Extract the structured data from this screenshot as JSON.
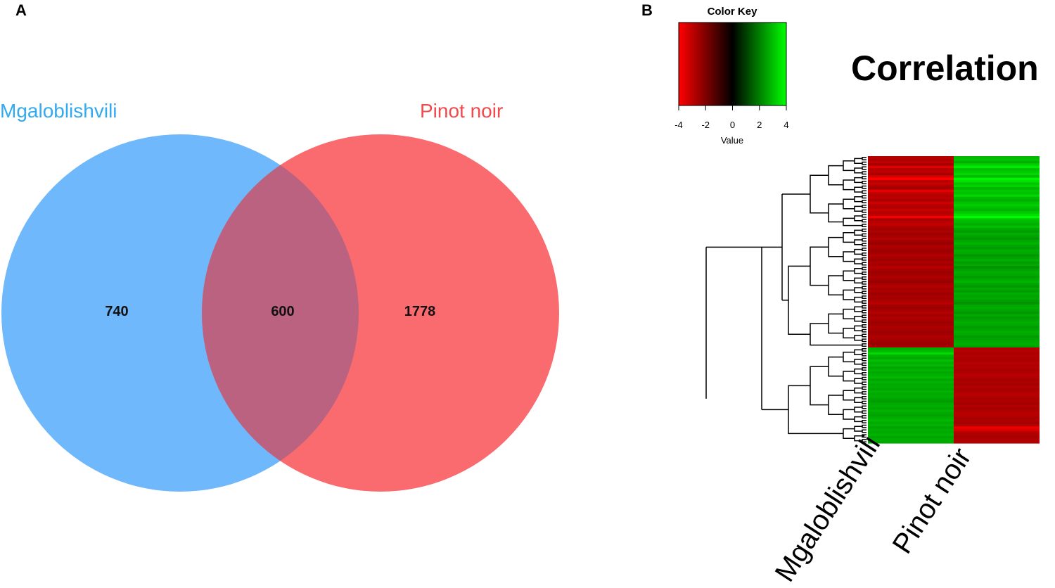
{
  "panels": {
    "a_label": "A",
    "b_label": "B"
  },
  "chart_data": [
    {
      "type": "venn",
      "sets": [
        {
          "name": "Mgaloblishvili",
          "color": "#6eb8fb"
        },
        {
          "name": "Pinot noir",
          "color": "#f96b6e"
        }
      ],
      "overlap_color": "#bb6281",
      "counts": {
        "only_set1": "740",
        "intersection": "600",
        "only_set2": "1778"
      }
    },
    {
      "type": "heatmap",
      "title": "Correlation",
      "columns": [
        "Mgaloblishvili",
        "Pinot noir"
      ],
      "color_key": {
        "title": "Color Key",
        "xlabel": "Value",
        "ticks": [
          "-4",
          "-2",
          "0",
          "2",
          "4"
        ],
        "range": [
          -4,
          4
        ],
        "colors": [
          "#ff0000",
          "#000000",
          "#00ff00"
        ]
      },
      "clusters": [
        {
          "rows": 30,
          "values": {
            "Mgaloblishvili": [
              -2.6,
              -2.4,
              -2.8,
              -2.2,
              -3.4,
              -2.5,
              -2.7,
              -2.3,
              -3.1,
              -4.0,
              -2.6,
              -2.9,
              -2.4,
              -2.2,
              -3.5,
              -2.8,
              -2.5,
              -2.7,
              -2.3,
              -3.0,
              -2.6,
              -2.4,
              -2.9,
              -2.5,
              -2.7,
              -3.8,
              -2.3,
              -2.6,
              -2.8,
              -2.4
            ],
            "Pinot noir": [
              2.6,
              2.8,
              2.4,
              3.0,
              3.6,
              2.7,
              2.9,
              3.2,
              2.6,
              3.8,
              3.4,
              2.8,
              3.1,
              2.5,
              2.9,
              2.7,
              3.2,
              2.6,
              2.4,
              2.8,
              3.0,
              2.7,
              2.5,
              2.9,
              3.3,
              3.9,
              2.8,
              2.6,
              2.4,
              2.7
            ]
          }
        },
        {
          "rows": 50,
          "values": {
            "Mgaloblishvili": [
              -2.2,
              -2.4,
              -2.1,
              -2.3,
              -2.5,
              -2.2,
              -2.0,
              -2.4,
              -2.3,
              -2.1,
              -2.2,
              -2.5,
              -2.3,
              -2.1,
              -2.4,
              -2.2,
              -2.6,
              -2.3,
              -2.1,
              -2.2,
              -2.4,
              -2.2,
              -2.0,
              -2.3,
              -2.5,
              -2.2,
              -2.4,
              -2.1,
              -2.3,
              -2.2,
              -2.4,
              -2.6,
              -2.2,
              -2.1,
              -2.3,
              -2.5,
              -2.2,
              -2.4,
              -2.3,
              -2.1,
              -2.2,
              -2.4,
              -2.3,
              -2.1,
              -2.2,
              -2.4,
              -2.3,
              -2.2,
              -2.1,
              -2.3
            ],
            "Pinot noir": [
              2.3,
              2.1,
              2.4,
              2.2,
              2.0,
              2.3,
              2.5,
              2.2,
              2.1,
              2.4,
              2.3,
              2.0,
              2.2,
              2.4,
              2.1,
              2.3,
              1.9,
              2.2,
              2.4,
              2.3,
              2.1,
              2.3,
              2.5,
              2.2,
              2.0,
              2.3,
              2.1,
              2.4,
              2.2,
              2.3,
              2.1,
              1.9,
              2.3,
              2.4,
              2.2,
              2.0,
              2.3,
              2.1,
              2.2,
              2.4,
              2.3,
              2.1,
              2.2,
              2.4,
              2.3,
              2.1,
              2.2,
              2.3,
              2.4,
              2.2
            ]
          }
        },
        {
          "rows": 40,
          "values": {
            "Mgaloblishvili": [
              2.4,
              2.6,
              3.2,
              2.5,
              2.3,
              2.7,
              2.4,
              2.6,
              2.2,
              2.5,
              2.3,
              2.4,
              2.6,
              2.2,
              2.5,
              2.3,
              2.4,
              2.2,
              2.5,
              2.3,
              2.4,
              2.2,
              2.1,
              2.3,
              2.4,
              2.2,
              2.5,
              2.3,
              2.2,
              2.4,
              2.6,
              2.3,
              2.5,
              2.2,
              2.4,
              2.3,
              2.5,
              2.2,
              2.4,
              2.3
            ],
            "Pinot noir": [
              -2.4,
              -2.6,
              -2.3,
              -2.5,
              -2.4,
              -2.3,
              -2.6,
              -2.4,
              -2.5,
              -2.3,
              -2.4,
              -2.6,
              -2.5,
              -2.3,
              -2.4,
              -2.2,
              -2.5,
              -2.3,
              -2.4,
              -2.6,
              -2.5,
              -2.3,
              -2.4,
              -2.2,
              -2.5,
              -2.3,
              -2.4,
              -2.6,
              -2.5,
              -2.3,
              -2.4,
              -2.2,
              -2.5,
              -3.6,
              -3.2,
              -2.6,
              -2.4,
              -2.3,
              -2.5,
              -2.4
            ]
          }
        }
      ]
    }
  ]
}
